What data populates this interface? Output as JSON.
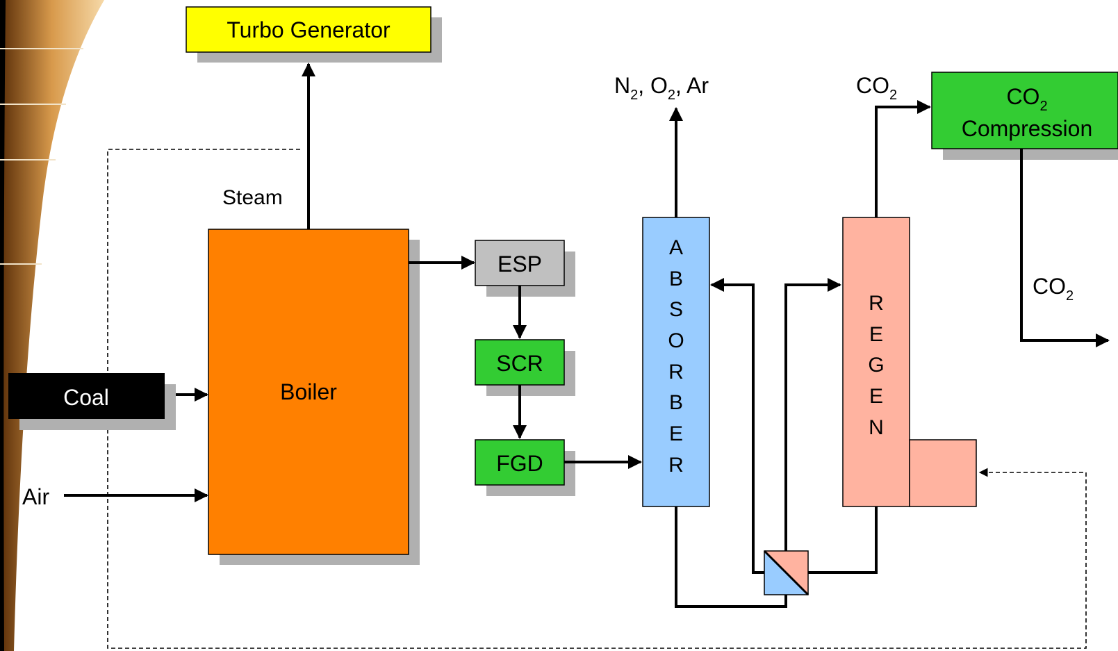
{
  "diagram": {
    "turbo_generator": "Turbo Generator",
    "steam": "Steam",
    "boiler": "Boiler",
    "coal": "Coal",
    "air": "Air",
    "esp": "ESP",
    "scr": "SCR",
    "fgd": "FGD",
    "absorber_letters": [
      "A",
      "B",
      "S",
      "O",
      "R",
      "B",
      "E",
      "R"
    ],
    "regen_letters": [
      "R",
      "E",
      "G",
      "E",
      "N"
    ],
    "vent_gases": {
      "n": "N",
      "n_sub": "2",
      "sep1": ", O",
      "o_sub": "2",
      "rest": ", Ar"
    },
    "co2_top": {
      "base": "CO",
      "sub": "2"
    },
    "co2_compression": {
      "base": "CO",
      "sub": "2",
      "line2": "Compression"
    },
    "co2_product": {
      "base": "CO",
      "sub": "2"
    }
  },
  "colors": {
    "turbo_generator": "#ffff00",
    "boiler": "#ff8000",
    "coal": "#000000",
    "esp": "#c0c0c0",
    "green_units": "#33cc33",
    "absorber": "#99ccff",
    "regen": "#ffb3a0",
    "shadow": "#b0b0b0"
  }
}
